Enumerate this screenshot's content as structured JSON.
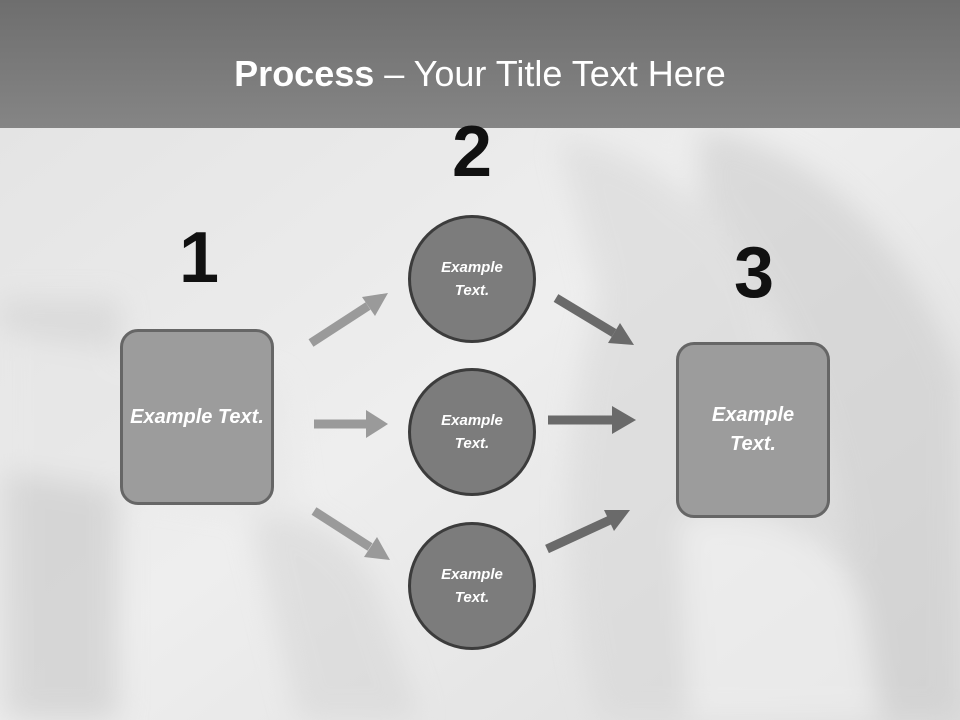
{
  "slide": {
    "title_bold": "Process",
    "title_rest": " – Your Title Text Here",
    "colors": {
      "title_band": "#7a7a7a",
      "box_fill": "#9c9c9c",
      "circle_fill": "#7c7c7c",
      "arrow_light": "#9a9a9a",
      "arrow_dark": "#6a6a6a"
    }
  },
  "steps": [
    {
      "number": "1",
      "text": "Example Text."
    },
    {
      "number": "2",
      "items": [
        "Example Text.",
        "Example Text.",
        "Example Text."
      ]
    },
    {
      "number": "3",
      "text": "Example Text."
    }
  ]
}
